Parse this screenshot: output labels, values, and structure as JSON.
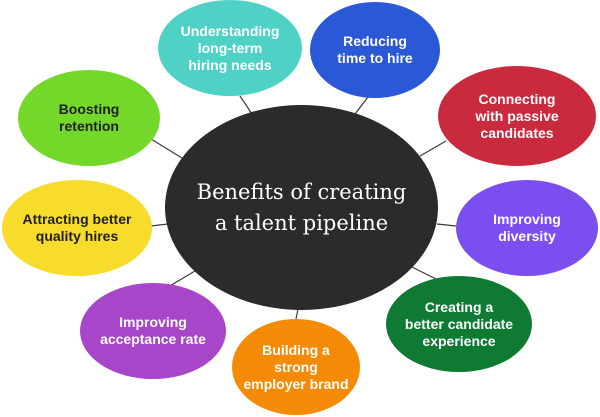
{
  "diagram": {
    "center": {
      "line1": "Benefits of creating",
      "line2": "a talent pipeline",
      "color": "#2a2b2b"
    },
    "nodes": [
      {
        "id": "longterm",
        "line1": "Understanding",
        "line2": "long-term",
        "line3": "hiring needs",
        "color": "#4fd1c5"
      },
      {
        "id": "reducing",
        "line1": "Reducing",
        "line2": "time to hire",
        "color": "#2b58d6"
      },
      {
        "id": "passive",
        "line1": "Connecting",
        "line2": "with passive",
        "line3": "candidates",
        "color": "#c92a3d"
      },
      {
        "id": "diversity",
        "line1": "Improving",
        "line2": "diversity",
        "color": "#7b4ef0"
      },
      {
        "id": "experience",
        "line1": "Creating a",
        "line2": "better candidate",
        "line3": "experience",
        "color": "#0e7a34"
      },
      {
        "id": "brand",
        "line1": "Building a strong",
        "line2": "employer brand",
        "color": "#f58a07"
      },
      {
        "id": "acceptance",
        "line1": "Improving",
        "line2": "acceptance rate",
        "color": "#a746c8"
      },
      {
        "id": "quality",
        "line1": "Attracting better",
        "line2": "quality hires",
        "color": "#f7dc2b"
      },
      {
        "id": "retention",
        "line1": "Boosting",
        "line2": "retention",
        "color": "#74d82a"
      }
    ],
    "connector_color": "#3a3a3a"
  }
}
